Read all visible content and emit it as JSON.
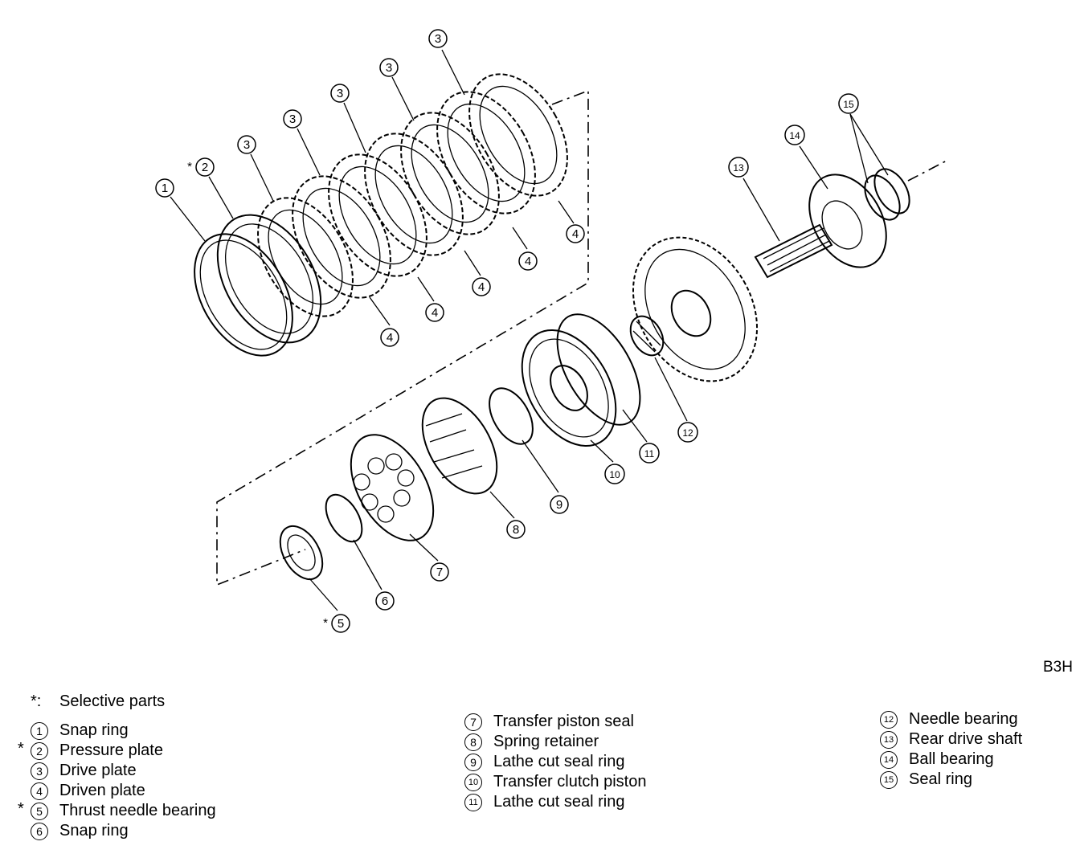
{
  "figure_code": "B3H",
  "note": {
    "symbol": "*:",
    "text": "Selective parts"
  },
  "legend": [
    {
      "num": "1",
      "label": "Snap ring",
      "selective": false
    },
    {
      "num": "2",
      "label": "Pressure plate",
      "selective": true
    },
    {
      "num": "3",
      "label": "Drive plate",
      "selective": false
    },
    {
      "num": "4",
      "label": "Driven plate",
      "selective": false
    },
    {
      "num": "5",
      "label": "Thrust needle bearing",
      "selective": true
    },
    {
      "num": "6",
      "label": "Snap ring",
      "selective": false
    },
    {
      "num": "7",
      "label": "Transfer piston seal",
      "selective": false
    },
    {
      "num": "8",
      "label": "Spring retainer",
      "selective": false
    },
    {
      "num": "9",
      "label": "Lathe cut seal ring",
      "selective": false
    },
    {
      "num": "10",
      "label": "Transfer clutch piston",
      "selective": false
    },
    {
      "num": "11",
      "label": "Lathe cut seal ring",
      "selective": false
    },
    {
      "num": "12",
      "label": "Needle bearing",
      "selective": false
    },
    {
      "num": "13",
      "label": "Rear drive shaft",
      "selective": false
    },
    {
      "num": "14",
      "label": "Ball bearing",
      "selective": false
    },
    {
      "num": "15",
      "label": "Seal ring",
      "selective": false
    }
  ],
  "callouts": {
    "c1": "1",
    "c2": "2",
    "c3": "3",
    "c4": "4",
    "c5": "5",
    "c6": "6",
    "c7": "7",
    "c8": "8",
    "c9": "9",
    "c10": "10",
    "c11": "11",
    "c12": "12",
    "c13": "13",
    "c14": "14",
    "c15": "15",
    "star": "*"
  }
}
